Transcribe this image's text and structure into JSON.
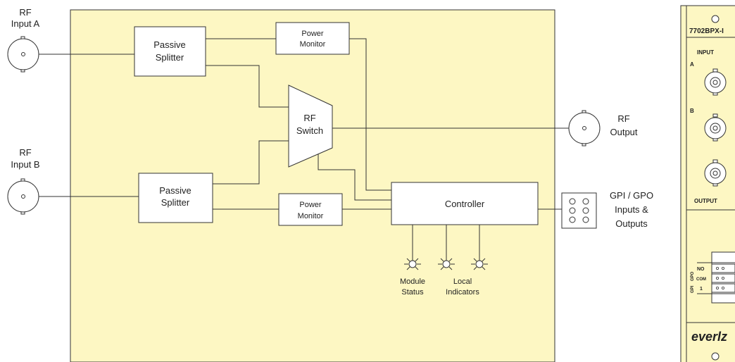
{
  "inputs": {
    "a": {
      "line1": "RF",
      "line2": "Input A"
    },
    "b": {
      "line1": "RF",
      "line2": "Input B"
    }
  },
  "output": {
    "line1": "RF",
    "line2": "Output"
  },
  "blocks": {
    "splitter_a": {
      "line1": "Passive",
      "line2": "Splitter"
    },
    "splitter_b": {
      "line1": "Passive",
      "line2": "Splitter"
    },
    "monitor_a": {
      "line1": "Power",
      "line2": "Monitor"
    },
    "monitor_b": {
      "line1": "Power",
      "line2": "Monitor"
    },
    "switch": {
      "line1": "RF",
      "line2": "Switch"
    },
    "controller": {
      "label": "Controller"
    }
  },
  "gpio": {
    "line1": "GPI / GPO",
    "line2": "Inputs &",
    "line3": "Outputs"
  },
  "indicators": {
    "module": {
      "line1": "Module",
      "line2": "Status"
    },
    "local": {
      "line1": "Local",
      "line2": "Indicators"
    }
  },
  "panel": {
    "model": "7702BPX-I",
    "input_label": "INPUT",
    "a_label": "A",
    "b_label": "B",
    "output_label": "OUTPUT",
    "gpo_label": "GPO",
    "gpi_label": "GPI",
    "no_label": "NO",
    "com_label": "COM",
    "one_label": "1",
    "brand": "everlz"
  },
  "colors": {
    "board_fill": "#fdf7c3",
    "line": "#333333"
  }
}
